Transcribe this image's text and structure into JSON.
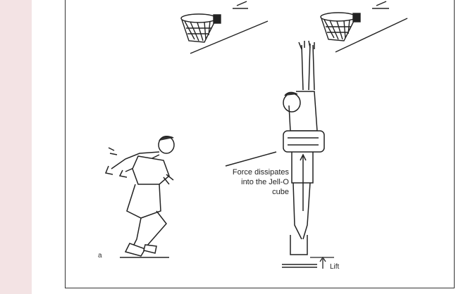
{
  "figure": {
    "panel_label": "a",
    "annotation": [
      "Force dissipates",
      "into the Jell-O",
      "cube"
    ],
    "lift_label": "Lift"
  },
  "colors": {
    "side_strip": "#f3e3e4",
    "frame_border": "#333333",
    "ink": "#222222"
  },
  "icons": [
    "basketball-hoop-icon",
    "basketball-hoop-icon",
    "lift-arrow-icon"
  ]
}
